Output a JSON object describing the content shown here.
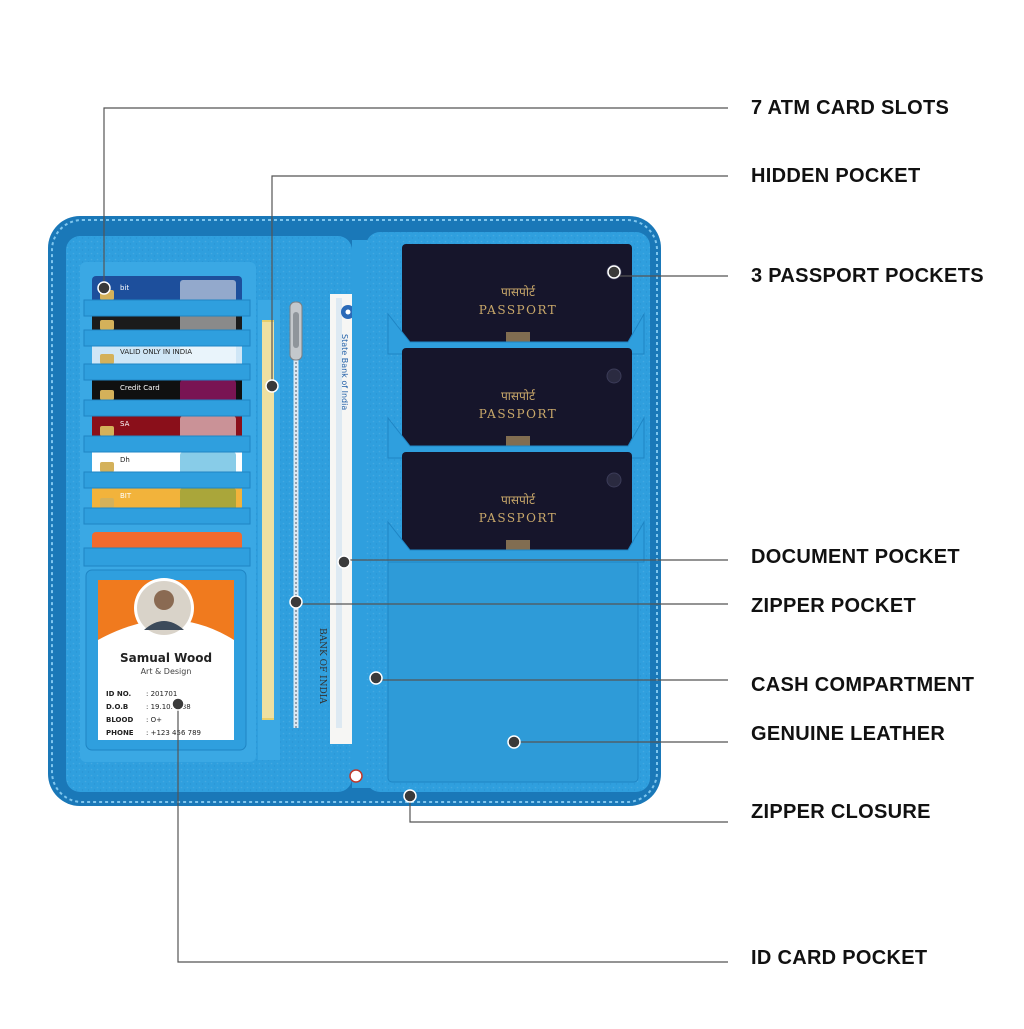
{
  "callouts": [
    {
      "id": "atm-card-slots",
      "label": "7 ATM CARD SLOTS"
    },
    {
      "id": "hidden-pocket",
      "label": "HIDDEN POCKET"
    },
    {
      "id": "passport-pockets",
      "label": "3 PASSPORT POCKETS"
    },
    {
      "id": "document-pocket",
      "label": "DOCUMENT POCKET"
    },
    {
      "id": "zipper-pocket",
      "label": "ZIPPER POCKET"
    },
    {
      "id": "cash-compartment",
      "label": "CASH COMPARTMENT"
    },
    {
      "id": "genuine-leather",
      "label": "GENUINE LEATHER"
    },
    {
      "id": "zipper-closure",
      "label": "ZIPPER CLOSURE"
    },
    {
      "id": "id-card-pocket",
      "label": "ID CARD POCKET"
    }
  ],
  "passport": {
    "title_hindi": "पासपोर्ट",
    "title": "PASSPORT"
  },
  "cards": [
    {
      "text": "bit"
    },
    {
      "text": ""
    },
    {
      "text": "VALID ONLY IN INDIA"
    },
    {
      "text": "Credit Card"
    },
    {
      "text": "SA"
    },
    {
      "text": "Dh"
    },
    {
      "text": "BIT"
    }
  ],
  "id_card": {
    "name": "Samual Wood",
    "dept": "Art & Design",
    "fields": [
      {
        "key": "ID NO.",
        "value": ": 201701"
      },
      {
        "key": "D.O.B",
        "value": ": 19.10.1988"
      },
      {
        "key": "BLOOD",
        "value": ": O+"
      },
      {
        "key": "PHONE",
        "value": ": +123 456 789"
      }
    ]
  },
  "document": {
    "bank": "BANK OF INDIA",
    "sbi": "State Bank of India"
  },
  "colors": {
    "leather": "#2f9fde",
    "leather_dark": "#1a78b8",
    "passport": "#16152b",
    "gold": "#c9a86a",
    "line": "#555555"
  }
}
